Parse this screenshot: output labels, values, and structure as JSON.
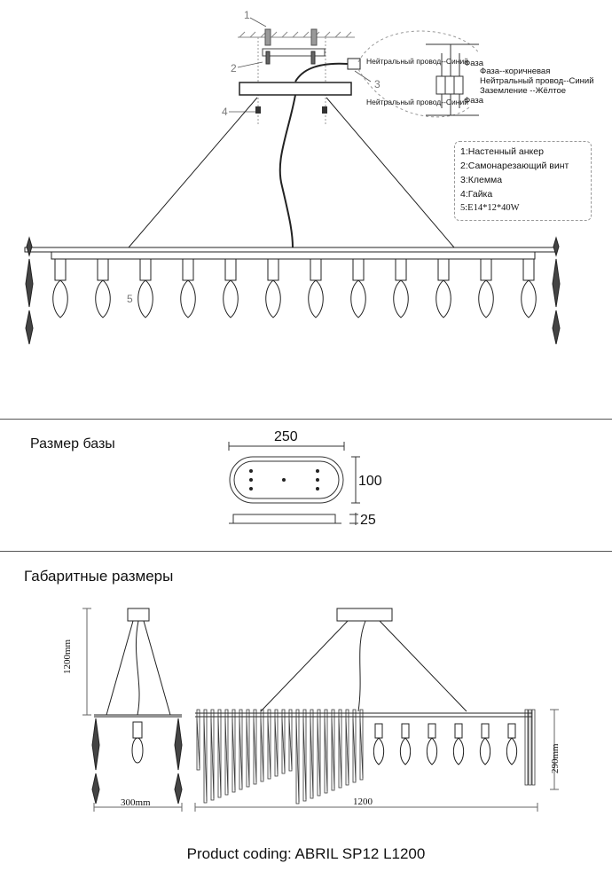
{
  "install": {
    "callouts": [
      "1",
      "2",
      "3",
      "4",
      "5"
    ],
    "wiring": {
      "neutral_top": "Нейтральный провод--Синий",
      "neutral_bottom": "Нейтральный провод--Синий",
      "phase_top": "Фаза",
      "phase_bottom": "Фаза",
      "legend": [
        "Фаза--коричневая",
        "Нейтральный провод--Синий",
        "Заземление --Жёлтое"
      ]
    },
    "parts": [
      "1:Настенный анкер",
      "2:Самонарезающий винт",
      "3:Клемма",
      "4:Гайка",
      "5:E14*12*40W"
    ]
  },
  "base": {
    "title": "Размер базы",
    "width": "250",
    "depth": "100",
    "height": "25"
  },
  "overall": {
    "title": "Габаритные размеры",
    "drop": "1200mm",
    "side_width": "300mm",
    "length": "1200",
    "body_height": "290mm"
  },
  "product_code": "Product coding: ABRIL SP12 L1200"
}
